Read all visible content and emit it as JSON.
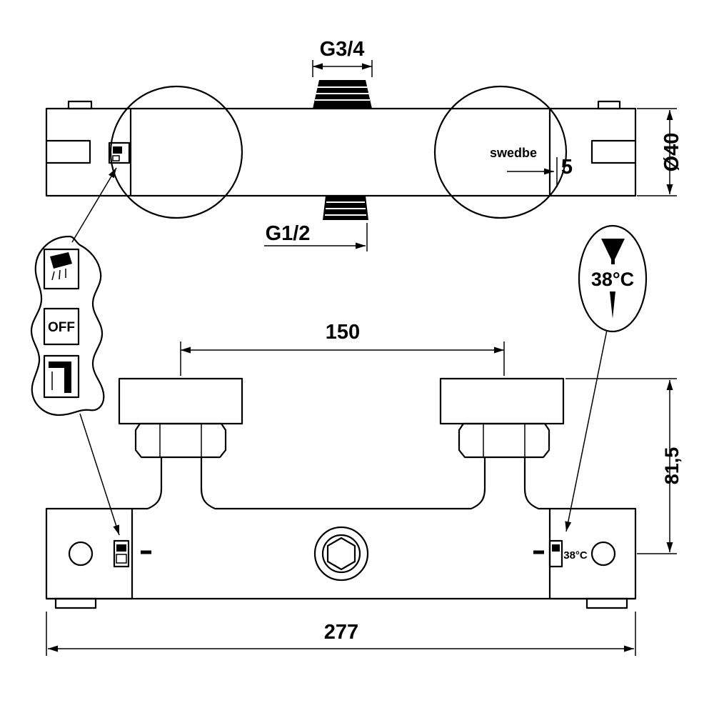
{
  "colors": {
    "line": "#000000",
    "background": "#ffffff"
  },
  "top_view": {
    "thread_top_label": "G3/4",
    "thread_bottom_label": "G1/2",
    "brand": "swedbe",
    "offset_dim": "5",
    "diameter_dim": "Ø40"
  },
  "callouts": {
    "off_label": "OFF",
    "temperature_label": "38°C"
  },
  "front_view": {
    "connection_spacing_dim": "150",
    "height_dim": "81,5",
    "overall_width_dim": "277",
    "temperature_mark": "38°C"
  }
}
